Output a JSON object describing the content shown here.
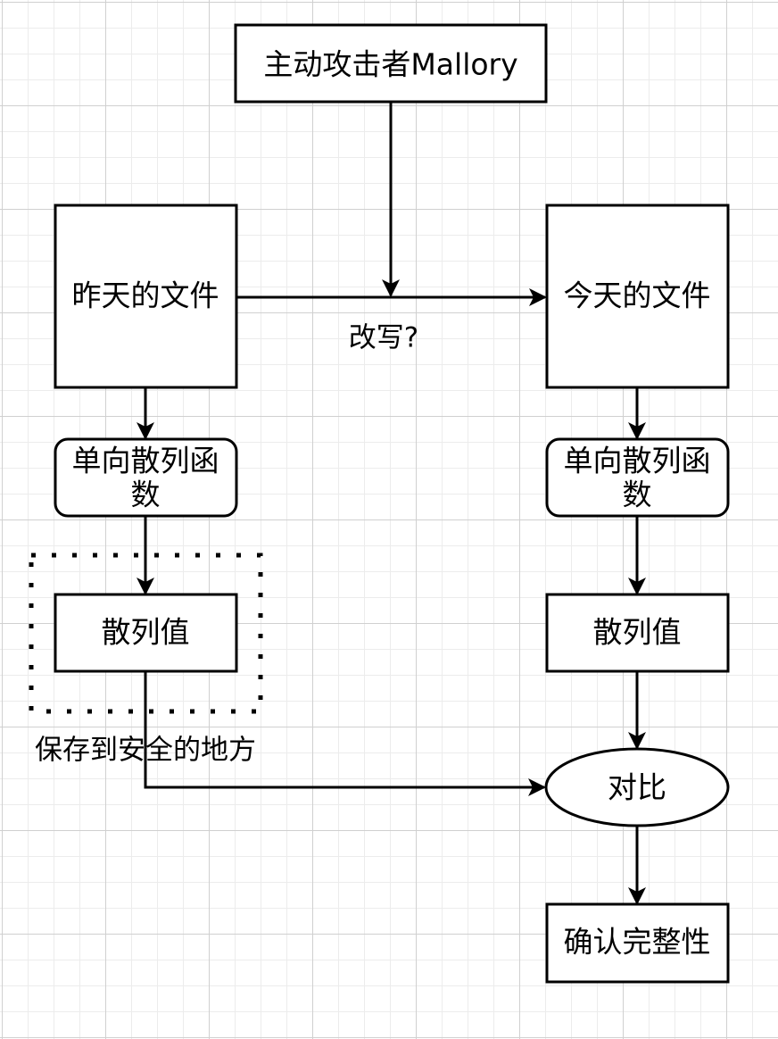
{
  "diagram": {
    "type": "flowchart",
    "nodes": {
      "attacker": {
        "label": "主动攻击者Mallory",
        "shape": "rectangle"
      },
      "yesterday_file": {
        "label": "昨天的文件",
        "shape": "rectangle"
      },
      "today_file": {
        "label": "今天的文件",
        "shape": "rectangle"
      },
      "hash_fn_left": {
        "label_lines": [
          "单向散列函",
          "数"
        ],
        "shape": "rounded-rectangle"
      },
      "hash_fn_right": {
        "label_lines": [
          "单向散列函",
          "数"
        ],
        "shape": "rounded-rectangle"
      },
      "hash_value_left": {
        "label": "散列值",
        "shape": "rectangle"
      },
      "hash_value_right": {
        "label": "散列值",
        "shape": "rectangle"
      },
      "compare": {
        "label": "对比",
        "shape": "ellipse"
      },
      "confirm_integrity": {
        "label": "确认完整性",
        "shape": "rectangle"
      }
    },
    "groups": {
      "secure_storage": {
        "label": "保存到安全的地方",
        "style": "dotted",
        "contains": [
          "hash_value_left"
        ]
      }
    },
    "edges": [
      {
        "from": "attacker",
        "to": "yesterday_file->today_file",
        "label": ""
      },
      {
        "from": "yesterday_file",
        "to": "today_file",
        "label": "改写?"
      },
      {
        "from": "yesterday_file",
        "to": "hash_fn_left",
        "label": ""
      },
      {
        "from": "hash_fn_left",
        "to": "hash_value_left",
        "label": ""
      },
      {
        "from": "hash_value_left",
        "to": "compare",
        "label": ""
      },
      {
        "from": "today_file",
        "to": "hash_fn_right",
        "label": ""
      },
      {
        "from": "hash_fn_right",
        "to": "hash_value_right",
        "label": ""
      },
      {
        "from": "hash_value_right",
        "to": "compare",
        "label": ""
      },
      {
        "from": "compare",
        "to": "confirm_integrity",
        "label": ""
      }
    ],
    "colors": {
      "stroke": "#000000",
      "fill": "#ffffff",
      "grid_major": "#d0d0d0",
      "grid_minor": "#ececec"
    }
  }
}
